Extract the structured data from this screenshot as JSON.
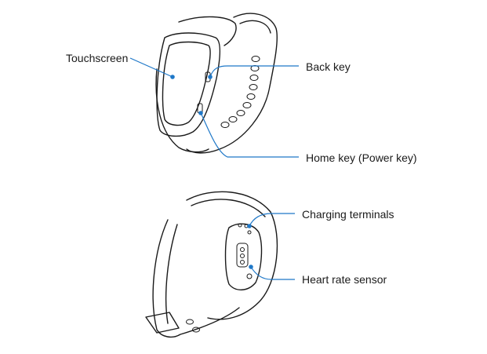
{
  "callouts": {
    "touchscreen": "Touchscreen",
    "back_key": "Back key",
    "home_key": "Home key (Power key)",
    "charging_terminals": "Charging terminals",
    "heart_rate_sensor": "Heart rate sensor"
  },
  "colors": {
    "leader_line": "#1f78c8",
    "outline": "#1a1a1a",
    "background": "#ffffff"
  }
}
